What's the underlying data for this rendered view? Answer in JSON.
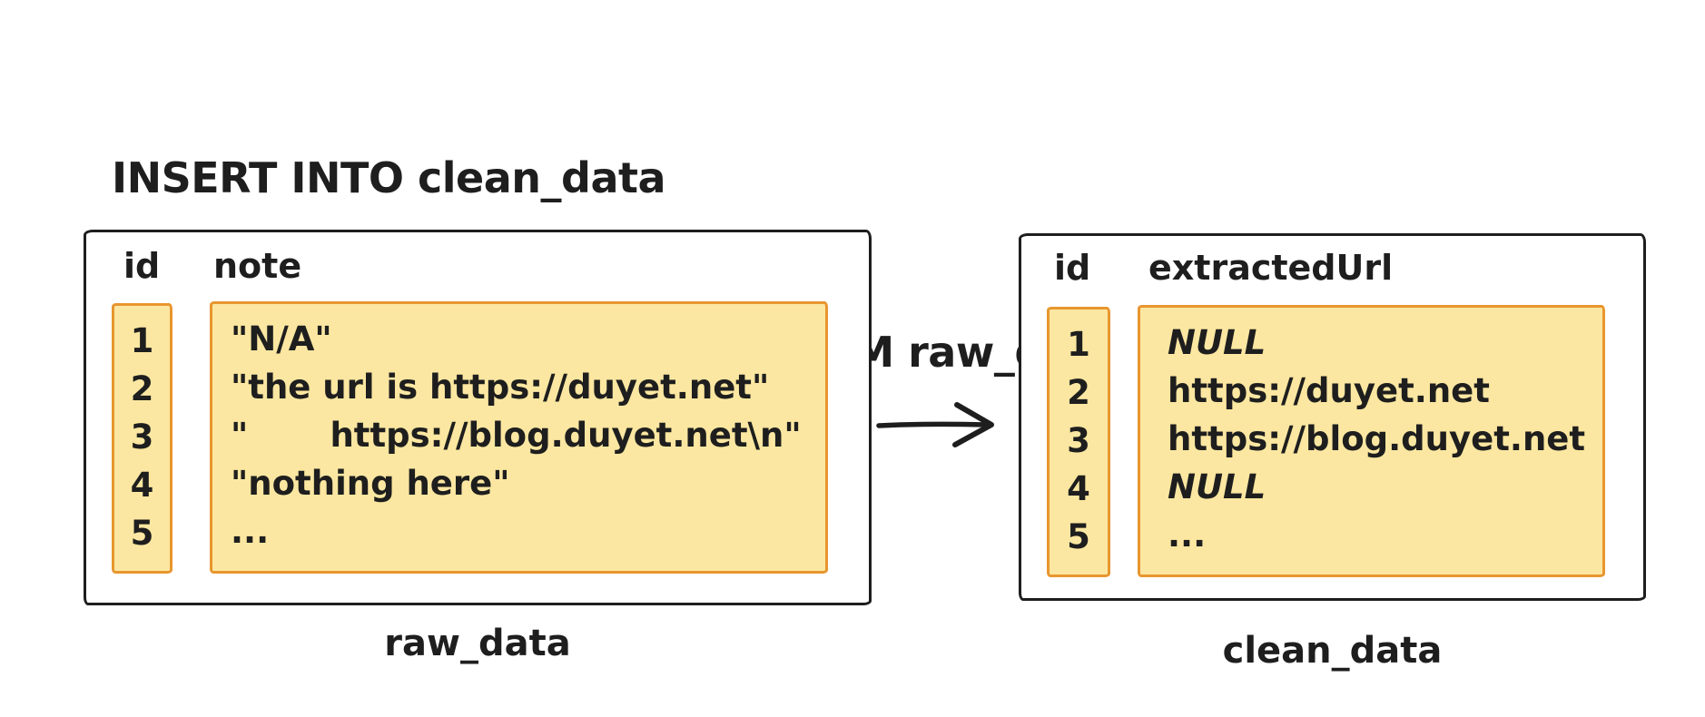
{
  "sql": {
    "line1": "INSERT INTO clean_data",
    "line2": "SELECT id, extractUrl(note) FROM raw_data"
  },
  "colors": {
    "ink": "#1e1e1e",
    "box_stroke": "#e8962f",
    "box_fill": "#fbe7a1",
    "background": "#ffffff"
  },
  "arrow_icon": "right-arrow",
  "raw_table": {
    "caption": "raw_data",
    "header": {
      "id": "id",
      "value": "note"
    },
    "rows": [
      {
        "id": "1",
        "value": "\"N/A\""
      },
      {
        "id": "2",
        "value": "\"the url is https://duyet.net\""
      },
      {
        "id": "3",
        "value": "\"       https://blog.duyet.net\\n\""
      },
      {
        "id": "4",
        "value": "\"nothing here\""
      },
      {
        "id": "5",
        "value": "..."
      }
    ]
  },
  "clean_table": {
    "caption": "clean_data",
    "header": {
      "id": "id",
      "value": "extractedUrl"
    },
    "rows": [
      {
        "id": "1",
        "value": "NULL"
      },
      {
        "id": "2",
        "value": "https://duyet.net"
      },
      {
        "id": "3",
        "value": "https://blog.duyet.net"
      },
      {
        "id": "4",
        "value": "NULL"
      },
      {
        "id": "5",
        "value": "..."
      }
    ]
  }
}
